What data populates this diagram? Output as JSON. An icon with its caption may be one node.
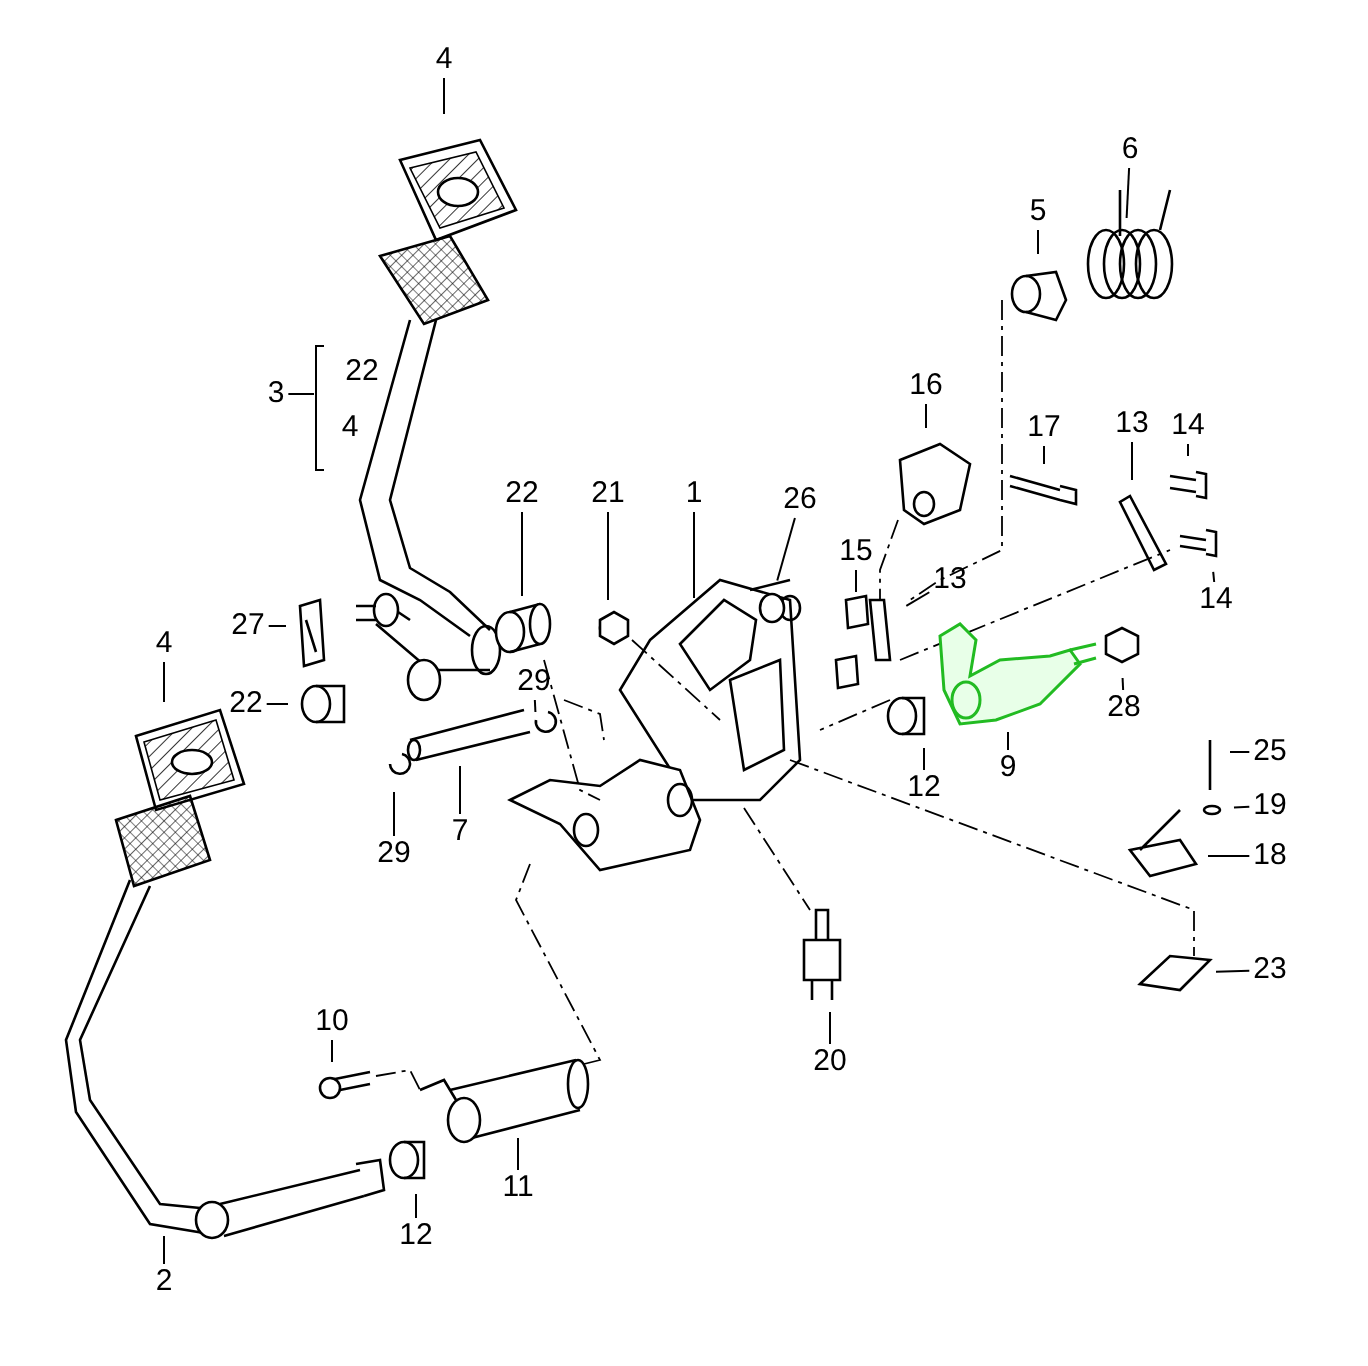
{
  "diagram": {
    "nodes": [
      {
        "text": [
          "4"
        ]
      },
      {
        "text": [
          "6"
        ]
      },
      {
        "text": [
          "5"
        ]
      },
      {
        "text": [
          "3"
        ]
      },
      {
        "text": [
          "16"
        ]
      },
      {
        "text": [
          "17"
        ]
      },
      {
        "text": [
          "13"
        ]
      },
      {
        "text": [
          "14"
        ]
      },
      {
        "text": [
          "22"
        ]
      },
      {
        "text": [
          "21"
        ]
      },
      {
        "text": [
          "1"
        ]
      },
      {
        "text": [
          "26"
        ]
      },
      {
        "text": [
          "15"
        ]
      },
      {
        "text": [
          "13"
        ]
      },
      {
        "text": [
          "14"
        ]
      },
      {
        "text": [
          "27"
        ]
      },
      {
        "text": [
          "4"
        ]
      },
      {
        "text": [
          "22"
        ]
      },
      {
        "text": [
          "29"
        ]
      },
      {
        "text": [
          "28"
        ]
      },
      {
        "text": [
          "12"
        ]
      },
      {
        "text": [
          "9"
        ]
      },
      {
        "text": [
          "25"
        ]
      },
      {
        "text": [
          "29"
        ]
      },
      {
        "text": [
          "7"
        ]
      },
      {
        "text": [
          "19"
        ]
      },
      {
        "text": [
          "18"
        ]
      },
      {
        "text": [
          "20"
        ]
      },
      {
        "text": [
          "23"
        ]
      },
      {
        "text": [
          "10"
        ]
      },
      {
        "text": [
          "11"
        ]
      },
      {
        "text": [
          "12"
        ]
      },
      {
        "text": [
          "2"
        ]
      }
    ],
    "edges": [
      {
        "from": 0,
        "to": null,
        "arrow": "none"
      },
      {
        "from": 1,
        "to": null,
        "arrow": "none"
      },
      {
        "from": 2,
        "to": null,
        "arrow": "none"
      },
      {
        "from": 3,
        "to": null,
        "arrow": "none"
      },
      {
        "from": 4,
        "to": null,
        "arrow": "none"
      },
      {
        "from": 5,
        "to": null,
        "arrow": "none"
      },
      {
        "from": 6,
        "to": null,
        "arrow": "none"
      },
      {
        "from": 7,
        "to": null,
        "arrow": "none"
      },
      {
        "from": 8,
        "to": null,
        "arrow": "none"
      },
      {
        "from": 9,
        "to": null,
        "arrow": "none"
      },
      {
        "from": 10,
        "to": null,
        "arrow": "none"
      },
      {
        "from": 11,
        "to": null,
        "arrow": "none"
      },
      {
        "from": 12,
        "to": null,
        "arrow": "none"
      },
      {
        "from": 13,
        "to": null,
        "arrow": "none"
      },
      {
        "from": 14,
        "to": null,
        "arrow": "none"
      },
      {
        "from": 15,
        "to": null,
        "arrow": "none"
      },
      {
        "from": 16,
        "to": null,
        "arrow": "none"
      },
      {
        "from": 17,
        "to": null,
        "arrow": "none"
      },
      {
        "from": 18,
        "to": null,
        "arrow": "none"
      },
      {
        "from": 19,
        "to": null,
        "arrow": "none"
      },
      {
        "from": 20,
        "to": null,
        "arrow": "none"
      },
      {
        "from": 21,
        "to": null,
        "arrow": "none"
      },
      {
        "from": 22,
        "to": null,
        "arrow": "none"
      },
      {
        "from": 23,
        "to": null,
        "arrow": "none"
      },
      {
        "from": 24,
        "to": null,
        "arrow": "none"
      },
      {
        "from": 25,
        "to": null,
        "arrow": "none"
      },
      {
        "from": 26,
        "to": null,
        "arrow": "none"
      },
      {
        "from": 27,
        "to": null,
        "arrow": "none"
      },
      {
        "from": 28,
        "to": null,
        "arrow": "none"
      },
      {
        "from": 29,
        "to": null,
        "arrow": "none"
      },
      {
        "from": 30,
        "to": null,
        "arrow": "none"
      },
      {
        "from": 31,
        "to": null,
        "arrow": "none"
      },
      {
        "from": 32,
        "to": null,
        "arrow": "none"
      }
    ],
    "labels": [
      "22",
      "4"
    ]
  }
}
